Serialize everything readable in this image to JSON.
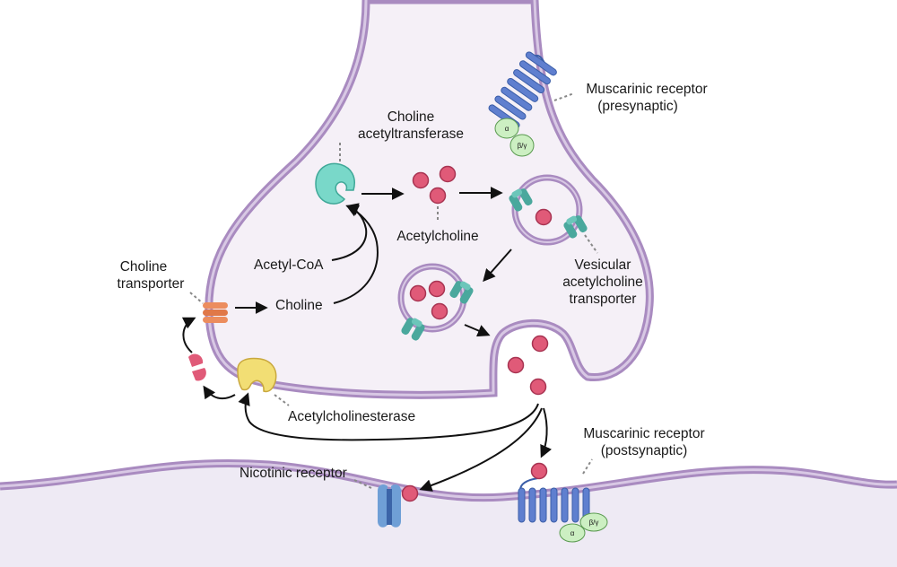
{
  "labels": {
    "chat_line1": "Choline",
    "chat_line2": "acetyltransferase",
    "acetylcholine": "Acetylcholine",
    "acetyl_coa": "Acetyl-CoA",
    "choline": "Choline",
    "choline_transporter_line1": "Choline",
    "choline_transporter_line2": "transporter",
    "vacht_line1": "Vesicular",
    "vacht_line2": "acetylcholine",
    "vacht_line3": "transporter",
    "ache": "Acetylcholinesterase",
    "nicotinic": "Nicotinic receptor",
    "musc_pre_line1": "Muscarinic receptor",
    "musc_pre_line2": "(presynaptic)",
    "musc_post_line1": "Muscarinic receptor",
    "musc_post_line2": "(postsynaptic)"
  },
  "g_protein": {
    "alpha": "α",
    "beta_gamma": "β/γ"
  },
  "colors": {
    "membrane": "#a98bc0",
    "cytoplasm": "#f5f0f7",
    "postsynaptic_fill": "#eeeaf4",
    "acetylcholine": "#e05a78",
    "chat_enzyme": "#79d8c9",
    "vacht": "#4aa89d",
    "choline_transporter": "#ec8d5e",
    "ache": "#f2de74",
    "muscarinic": "#5f7fcf",
    "nicotinic": "#6f9fd6",
    "g_protein": "#ccefc2"
  }
}
